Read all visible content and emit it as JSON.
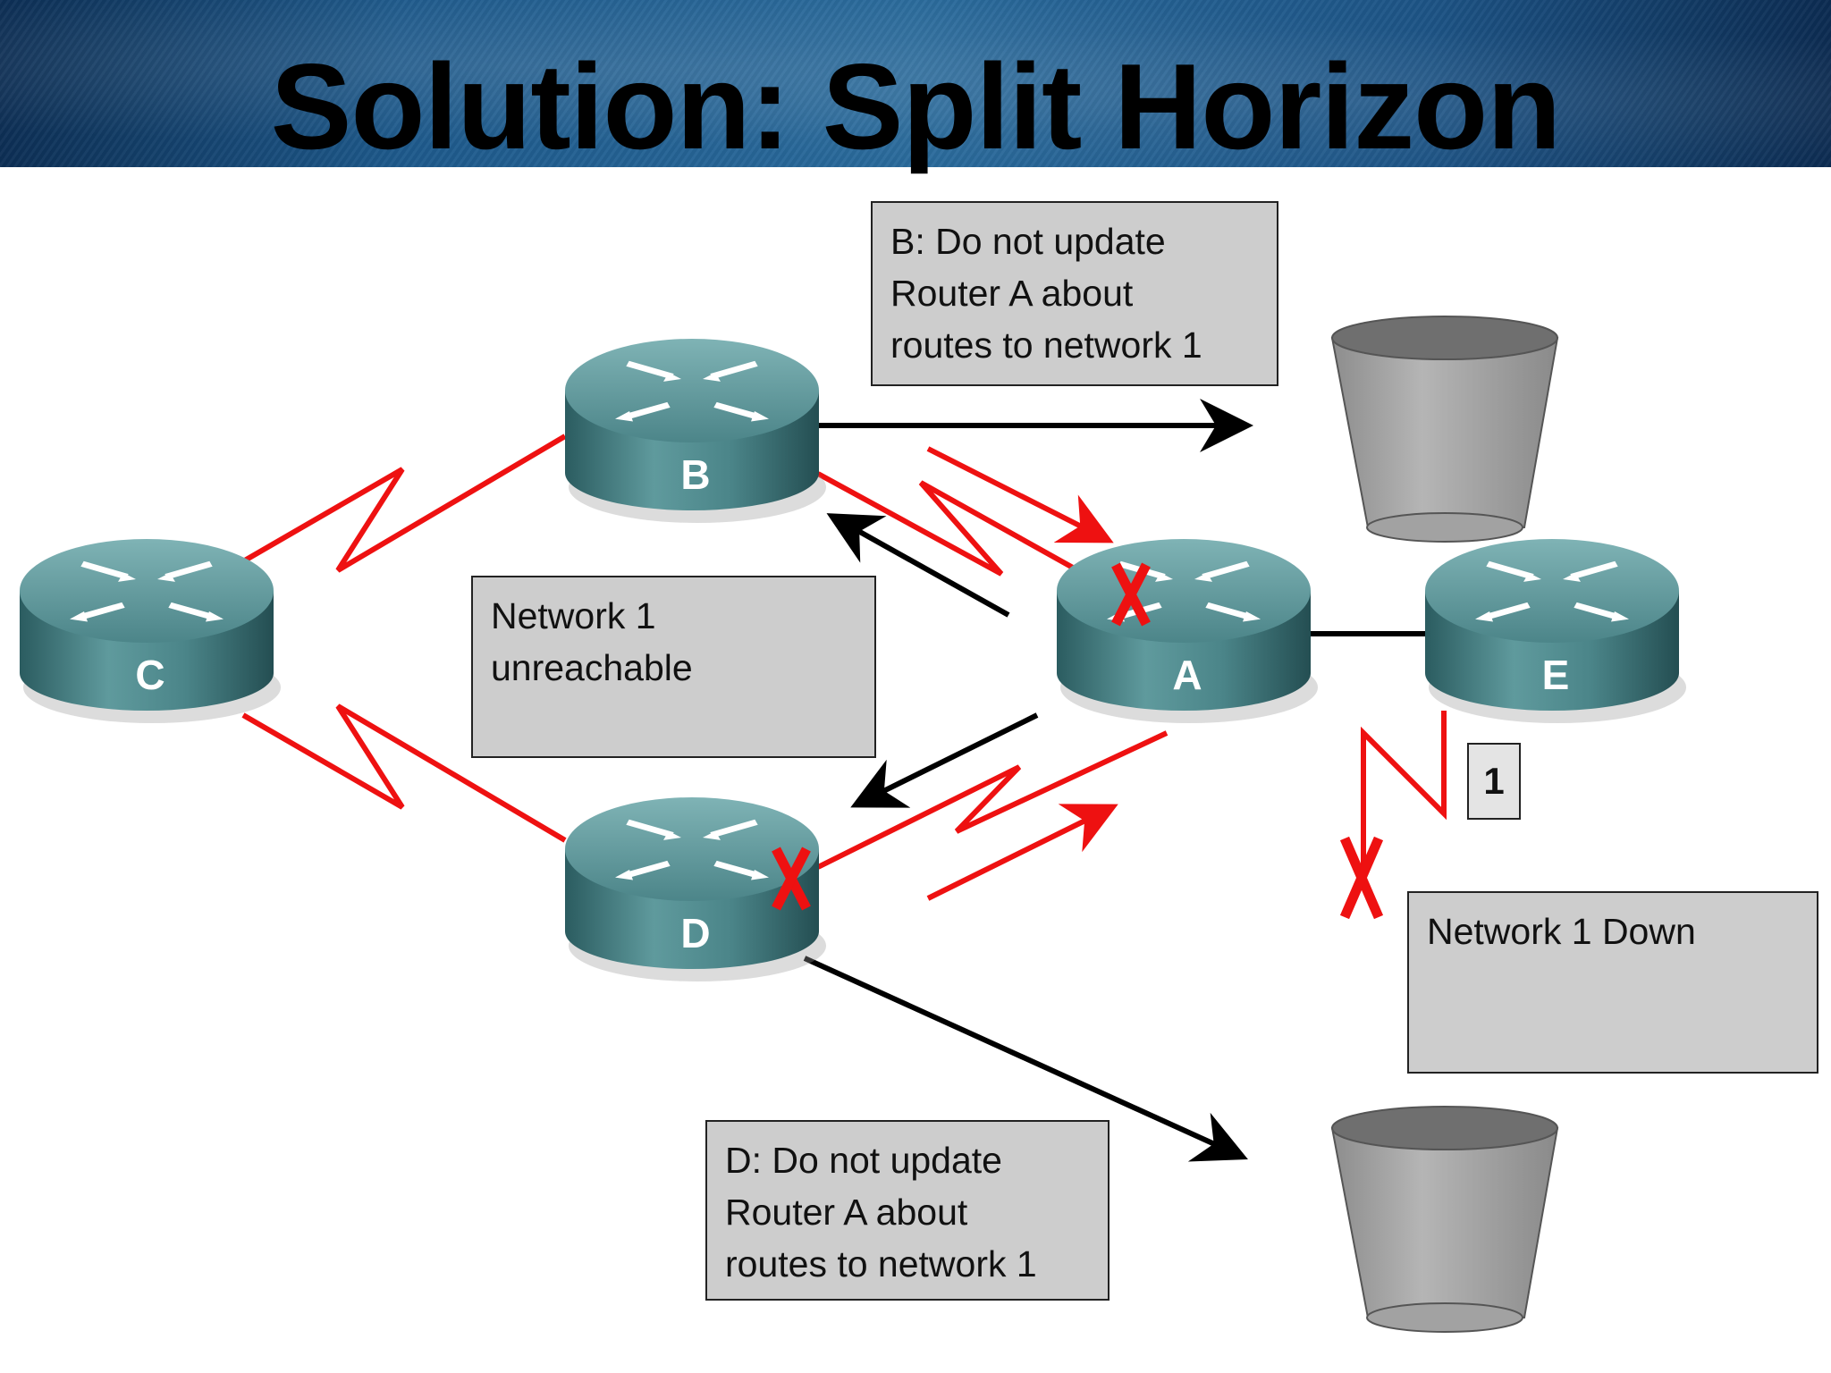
{
  "title": "Solution: Split Horizon",
  "routers": {
    "a": "A",
    "b": "B",
    "c": "C",
    "d": "D",
    "e": "E"
  },
  "callouts": {
    "b_note": [
      "B: Do not update",
      "Router A about",
      "routes to network 1"
    ],
    "network_unreachable": [
      "Network 1",
      "unreachable"
    ],
    "network_down": [
      "Network 1 Down"
    ],
    "d_note": [
      "D: Do not update",
      "Router A about",
      "routes to network 1"
    ]
  },
  "network_label": "1",
  "colors": {
    "link_red": "#ee1111",
    "arrow_black": "#000000",
    "router_body": "#3d7a7e",
    "box_fill": "#cdcdcd"
  }
}
